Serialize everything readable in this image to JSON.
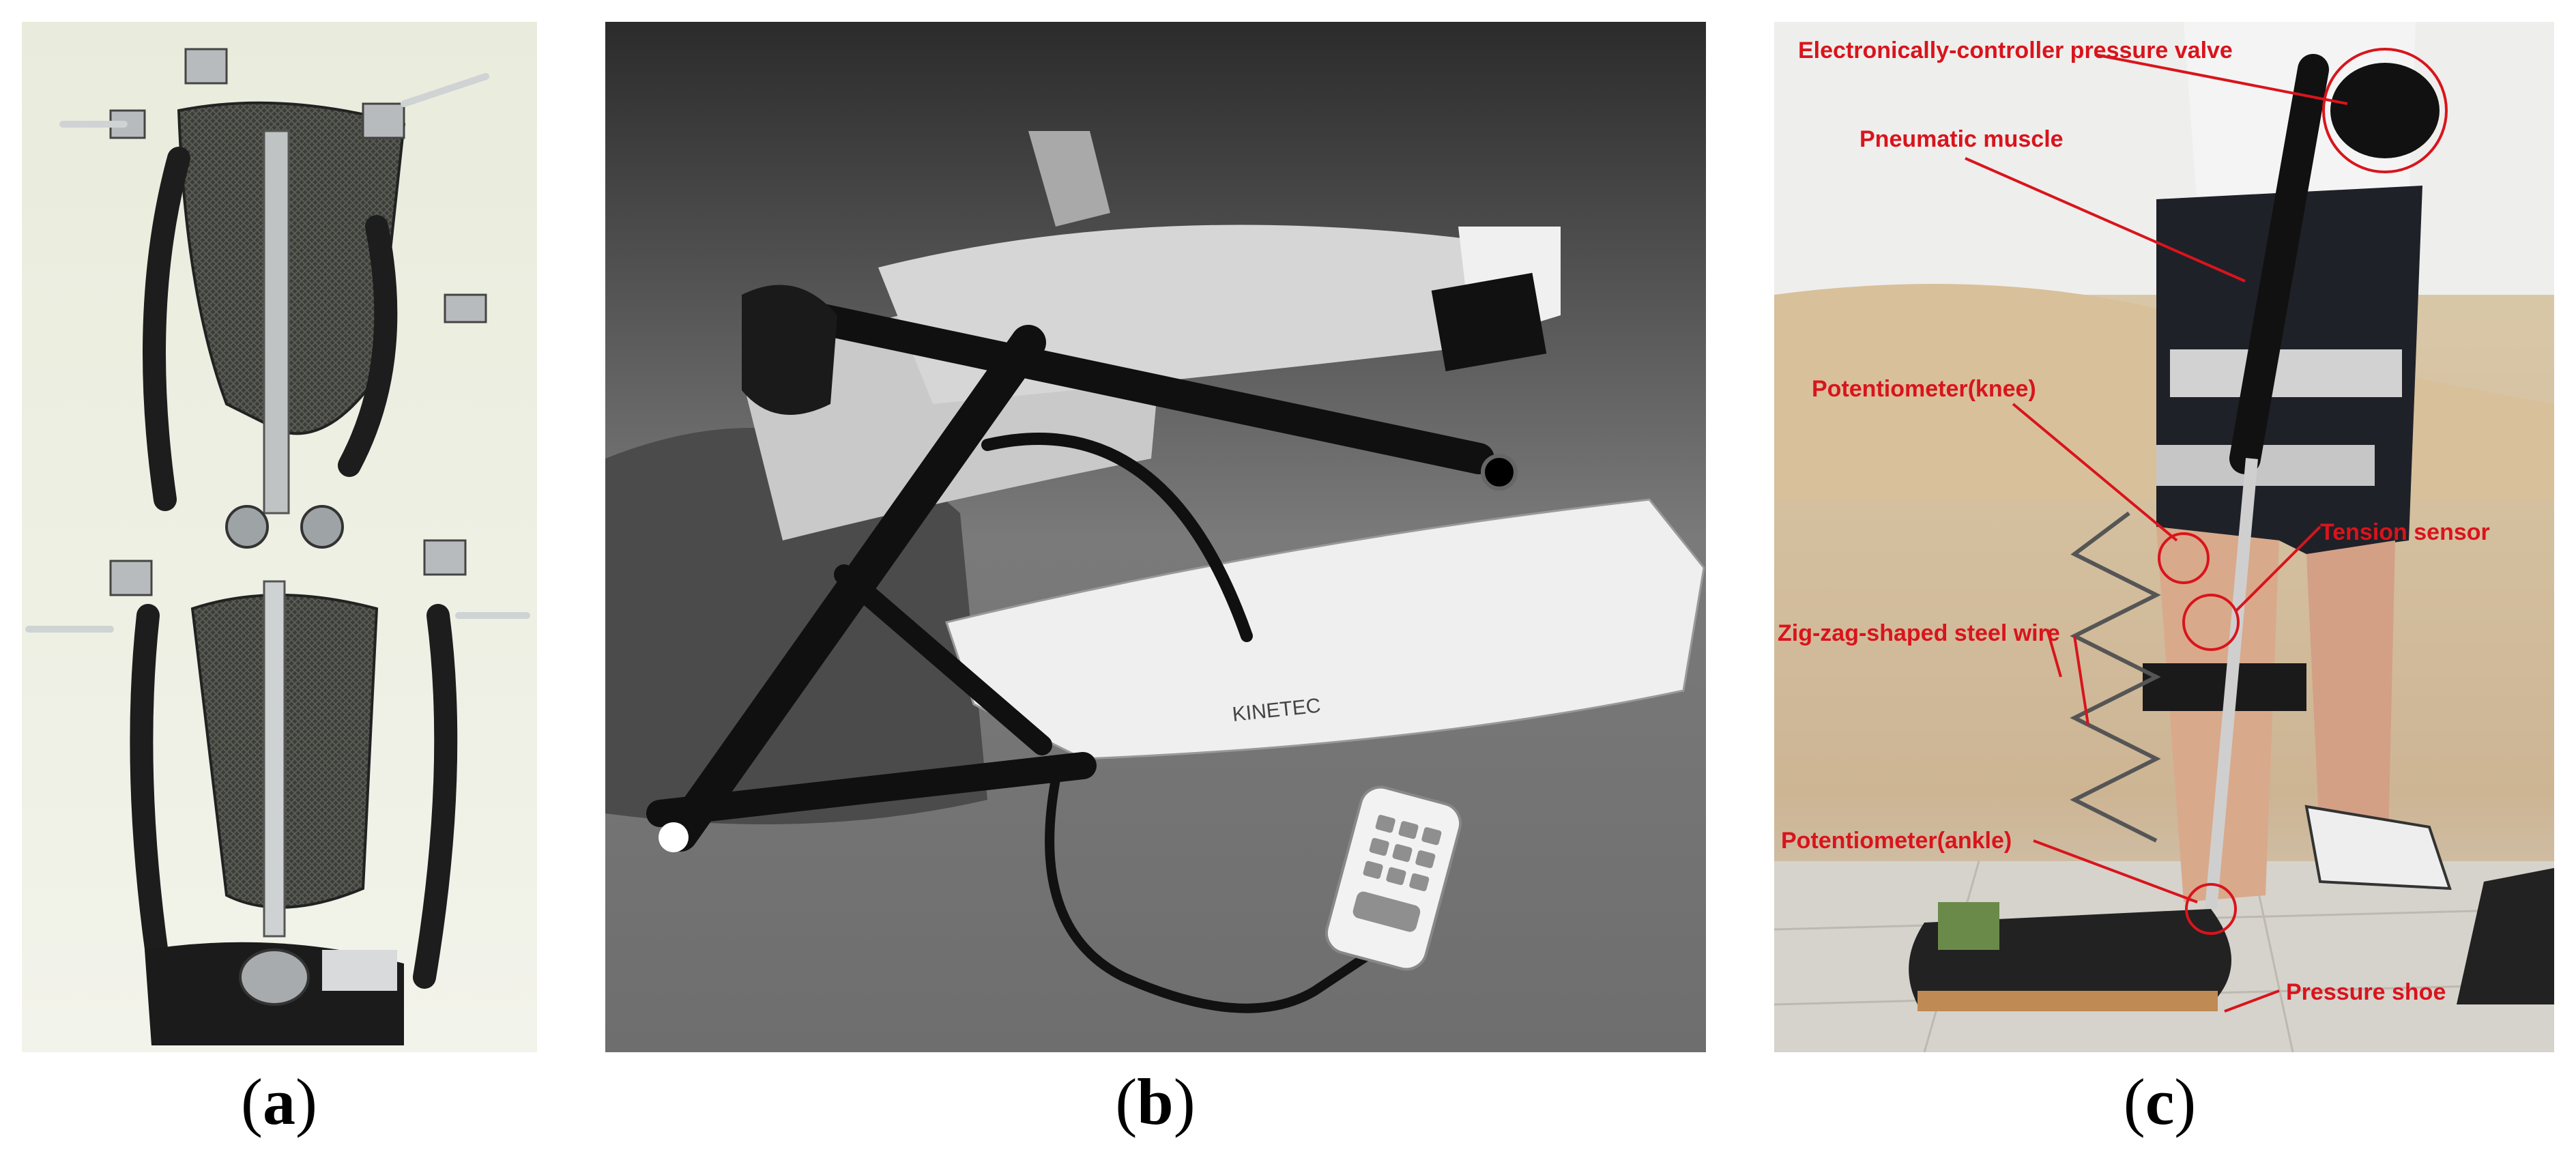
{
  "captions": {
    "a": {
      "open": "(",
      "letter": "a",
      "close": ")"
    },
    "b": {
      "open": "(",
      "letter": "b",
      "close": ")"
    },
    "c": {
      "open": "(",
      "letter": "c",
      "close": ")"
    }
  },
  "panel_b": {
    "device_label": "KINETEC"
  },
  "panel_c": {
    "annotations": {
      "pressure_valve": "Electronically-controller pressure valve",
      "pneumatic_muscle": "Pneumatic muscle",
      "potentiometer_knee": "Potentiometer(knee)",
      "tension_sensor": "Tension sensor",
      "zigzag_wire": "Zig-zag-shaped steel wire",
      "potentiometer_ankle": "Potentiometer(ankle)",
      "pressure_shoe": "Pressure shoe"
    },
    "annotation_color": "#d9141c"
  },
  "colors": {
    "background": "#ffffff",
    "annotation_red": "#d9141c"
  }
}
